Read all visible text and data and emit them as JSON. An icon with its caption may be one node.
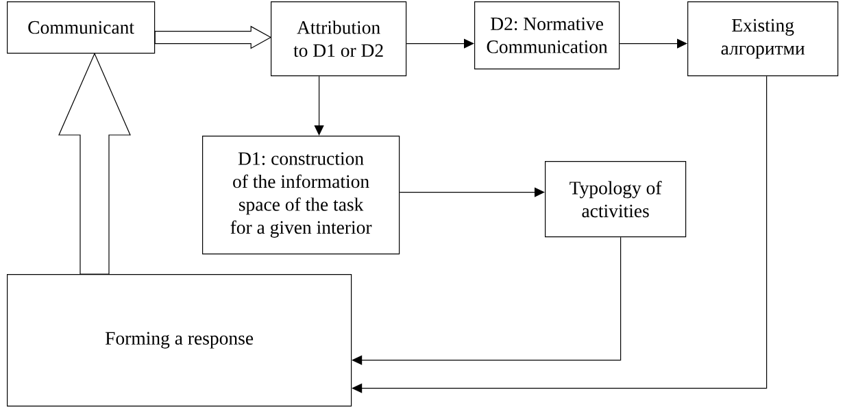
{
  "diagram": {
    "nodes": [
      {
        "text": [
          "Communicant"
        ]
      },
      {
        "text": [
          "Attribution to D1 or D2"
        ]
      },
      {
        "text": [
          "D2: Normative Communication"
        ]
      },
      {
        "text": [
          "Existing алгоритми"
        ]
      },
      {
        "text": [
          "D1: construction of the information space of the task for a given interior"
        ]
      },
      {
        "text": [
          "Typology of activities"
        ]
      },
      {
        "text": [
          "Forming a response"
        ]
      }
    ],
    "edges": [
      {
        "from": 0,
        "to": 1,
        "arrow": "to",
        "style": "thick"
      },
      {
        "from": 1,
        "to": 2,
        "arrow": "to"
      },
      {
        "from": 2,
        "to": 3,
        "arrow": "to"
      },
      {
        "from": 1,
        "to": 4,
        "arrow": "to"
      },
      {
        "from": 4,
        "to": 5,
        "arrow": "to"
      },
      {
        "from": 5,
        "to": 6,
        "arrow": "to"
      },
      {
        "from": 3,
        "to": 6,
        "arrow": "to"
      },
      {
        "from": 6,
        "to": 0,
        "arrow": "to",
        "style": "thick"
      }
    ]
  }
}
